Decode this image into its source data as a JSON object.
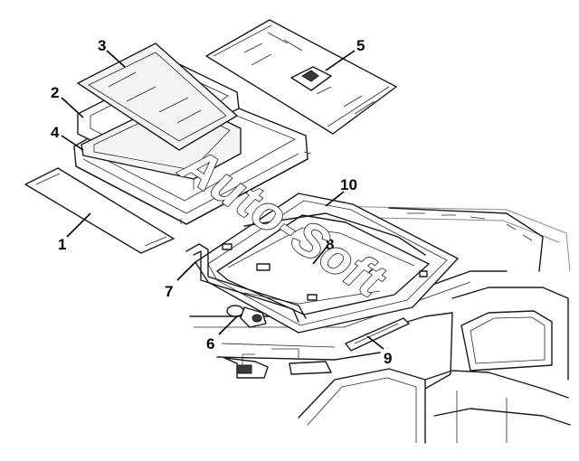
{
  "callouts": {
    "c1": "1",
    "c2": "2",
    "c3": "3",
    "c4": "4",
    "c5": "5",
    "c6": "6",
    "c7": "7",
    "c8": "8",
    "c9": "9",
    "c10": "10"
  },
  "watermark": "Auto-Soft",
  "colors": {
    "line": "#1a1a1a",
    "background": "#ffffff"
  }
}
